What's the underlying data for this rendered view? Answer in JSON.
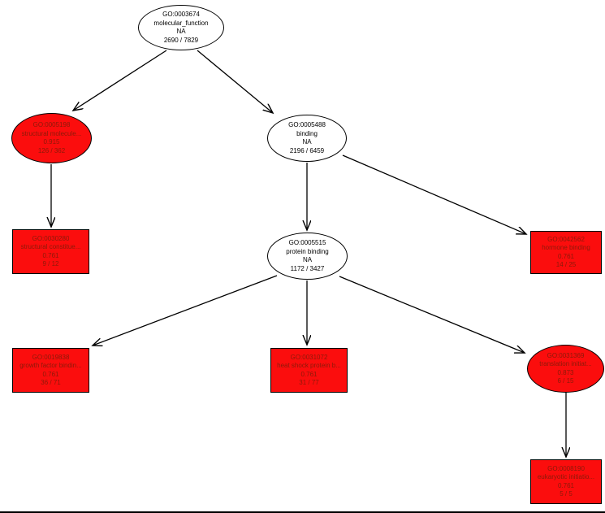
{
  "diagram": {
    "type": "GO-term-DAG",
    "background": "#ffffff",
    "colors": {
      "significant_fill": "#fb0d0d",
      "significant_text": "#8b1a0a",
      "normal_fill": "#ffffff",
      "normal_text": "#000000",
      "edge": "#000000"
    }
  },
  "nodes": [
    {
      "id": "GO:0003674",
      "label": "molecular_function",
      "score": "NA",
      "counts": "2690 / 7829",
      "shape": "ellipse",
      "significant": false
    },
    {
      "id": "GO:0005198",
      "label": "structural molecule...",
      "score": "0.915",
      "counts": "126 / 362",
      "shape": "ellipse",
      "significant": true
    },
    {
      "id": "GO:0005488",
      "label": "binding",
      "score": "NA",
      "counts": "2196 / 6459",
      "shape": "ellipse",
      "significant": false
    },
    {
      "id": "GO:0030280",
      "label": "structural constitue...",
      "score": "0.761",
      "counts": "9 / 12",
      "shape": "rect",
      "significant": true
    },
    {
      "id": "GO:0005515",
      "label": "protein binding",
      "score": "NA",
      "counts": "1172 / 3427",
      "shape": "ellipse",
      "significant": false
    },
    {
      "id": "GO:0042562",
      "label": "hormone binding",
      "score": "0.761",
      "counts": "14 / 25",
      "shape": "rect",
      "significant": true
    },
    {
      "id": "GO:0019838",
      "label": "growth factor bindin...",
      "score": "0.761",
      "counts": "36 / 71",
      "shape": "rect",
      "significant": true
    },
    {
      "id": "GO:0031072",
      "label": "heat shock protein b...",
      "score": "0.761",
      "counts": "31 / 77",
      "shape": "rect",
      "significant": true
    },
    {
      "id": "GO:0031369",
      "label": "translation initiat...",
      "score": "0.873",
      "counts": "6 / 15",
      "shape": "ellipse",
      "significant": true
    },
    {
      "id": "GO:0008190",
      "label": "eukaryotic initiatio...",
      "score": "0.761",
      "counts": "5 / 5",
      "shape": "rect",
      "significant": true
    }
  ],
  "edges": [
    {
      "from": "GO:0003674",
      "to": "GO:0005198"
    },
    {
      "from": "GO:0003674",
      "to": "GO:0005488"
    },
    {
      "from": "GO:0005198",
      "to": "GO:0030280"
    },
    {
      "from": "GO:0005488",
      "to": "GO:0005515"
    },
    {
      "from": "GO:0005488",
      "to": "GO:0042562"
    },
    {
      "from": "GO:0005515",
      "to": "GO:0019838"
    },
    {
      "from": "GO:0005515",
      "to": "GO:0031072"
    },
    {
      "from": "GO:0005515",
      "to": "GO:0031369"
    },
    {
      "from": "GO:0031369",
      "to": "GO:0008190"
    }
  ]
}
